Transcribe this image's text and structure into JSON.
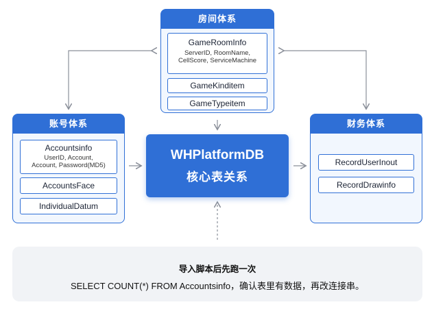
{
  "room_panel": {
    "title": "房间体系",
    "items": [
      {
        "name": "GameRoomInfo",
        "sub": [
          "ServerID, RoomName,",
          "CellScore, ServiceMachine"
        ]
      },
      {
        "name": "GameKinditem"
      },
      {
        "name": "GameTypeitem"
      }
    ]
  },
  "account_panel": {
    "title": "账号体系",
    "items": [
      {
        "name": "Accountsinfo",
        "sub": [
          "UserID, Account,",
          "Account, Password(MD5)"
        ]
      },
      {
        "name": "AccountsFace"
      },
      {
        "name": "IndividualDatum"
      }
    ]
  },
  "finance_panel": {
    "title": "财务体系",
    "items": [
      {
        "name": "RecordUserInout"
      },
      {
        "name": "RecordDrawinfo"
      }
    ]
  },
  "core": {
    "line1": "WHPlatformDB",
    "line2": "核心表关系"
  },
  "note": {
    "line1": "导入脚本后先跑一次",
    "line2": "SELECT COUNT(*) FROM Accountsinfo，确认表里有数据，再改连接串。"
  },
  "colors": {
    "accent": "#2f6fd6",
    "panel_bg": "#f2f7fe",
    "note_bg": "#f1f3f6",
    "arrow": "#8a8f99"
  }
}
